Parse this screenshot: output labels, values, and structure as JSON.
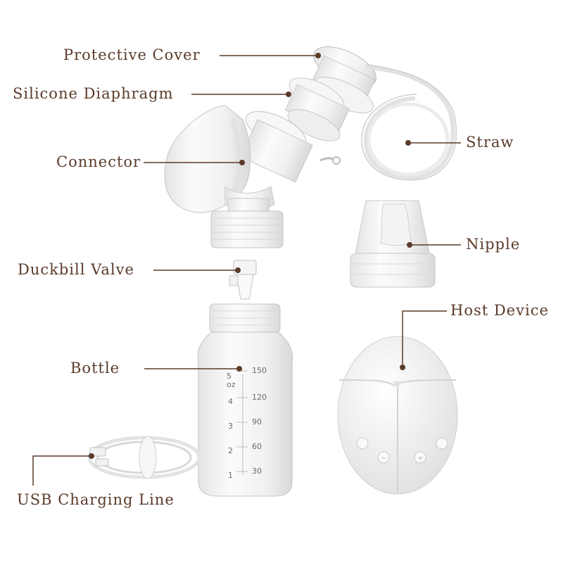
{
  "labels": {
    "protective_cover": "Protective Cover",
    "silicone_diaphragm": "Silicone Diaphragm",
    "connector": "Connector",
    "duckbill_valve": "Duckbill Valve",
    "bottle": "Bottle",
    "usb_charging_line": "USB Charging Line",
    "straw": "Straw",
    "nipple": "Nipple",
    "host_device": "Host Device"
  },
  "bottle_scale": {
    "ml": [
      "150",
      "120",
      "90",
      "60",
      "30"
    ],
    "oz": [
      "5",
      "4",
      "3",
      "2",
      "1"
    ],
    "oz_unit": "oz"
  },
  "colors": {
    "label_text": "#5a3b2a",
    "leader_line": "#5a3b2a",
    "background": "#ffffff"
  }
}
